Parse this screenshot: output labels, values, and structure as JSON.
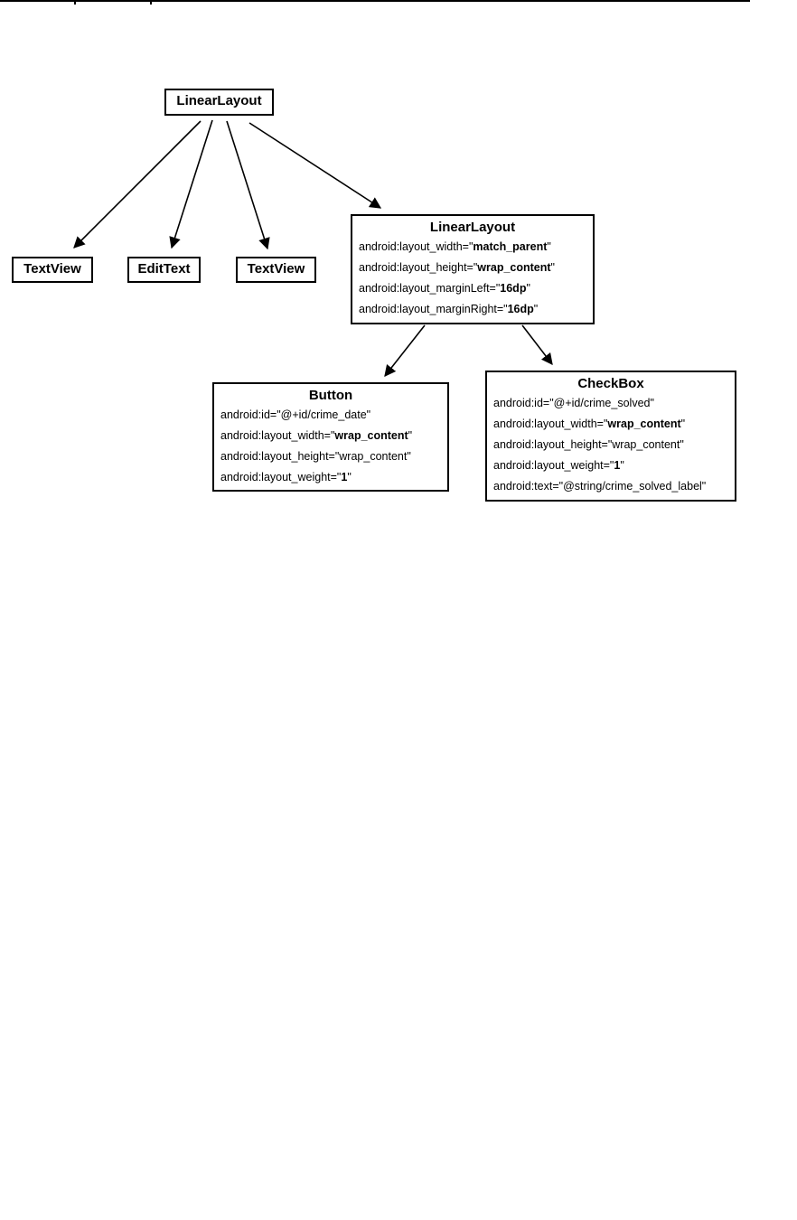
{
  "colors": {
    "ink": "#000000",
    "background": "#ffffff"
  },
  "diagram": {
    "nodes": {
      "root": {
        "title": "LinearLayout"
      },
      "textview1": {
        "title": "TextView"
      },
      "edittext": {
        "title": "EditText"
      },
      "textview2": {
        "title": "TextView"
      },
      "linearlayout2": {
        "title": "LinearLayout",
        "attributes": [
          {
            "prefix": "android:layout_width=",
            "value": "match_parent",
            "bold": true
          },
          {
            "prefix": "android:layout_height=",
            "value": "wrap_content",
            "bold": true
          },
          {
            "prefix": "android:layout_marginLeft=",
            "value": "16dp",
            "bold": true
          },
          {
            "prefix": "android:layout_marginRight=",
            "value": "16dp",
            "bold": true
          }
        ]
      },
      "button": {
        "title": "Button",
        "attributes": [
          {
            "prefix": "android:id=",
            "value": "@+id/crime_date",
            "bold": false
          },
          {
            "prefix": "android:layout_width=",
            "value": "wrap_content",
            "bold": true
          },
          {
            "prefix": "android:layout_height=",
            "value": "wrap_content",
            "bold": false
          },
          {
            "prefix": "android:layout_weight=",
            "value": "1",
            "bold": true
          }
        ]
      },
      "checkbox": {
        "title": "CheckBox",
        "attributes": [
          {
            "prefix": "android:id=",
            "value": "@+id/crime_solved",
            "bold": false
          },
          {
            "prefix": "android:layout_width=",
            "value": "wrap_content",
            "bold": true
          },
          {
            "prefix": "android:layout_height=",
            "value": "wrap_content",
            "bold": false
          },
          {
            "prefix": "android:layout_weight=",
            "value": "1",
            "bold": true
          },
          {
            "prefix": "android:text=",
            "value": "@string/crime_solved_label",
            "bold": false
          }
        ]
      }
    },
    "edges": [
      {
        "from": "root",
        "to": "textview1"
      },
      {
        "from": "root",
        "to": "edittext"
      },
      {
        "from": "root",
        "to": "textview2"
      },
      {
        "from": "root",
        "to": "linearlayout2"
      },
      {
        "from": "linearlayout2",
        "to": "button"
      },
      {
        "from": "linearlayout2",
        "to": "checkbox"
      }
    ]
  }
}
